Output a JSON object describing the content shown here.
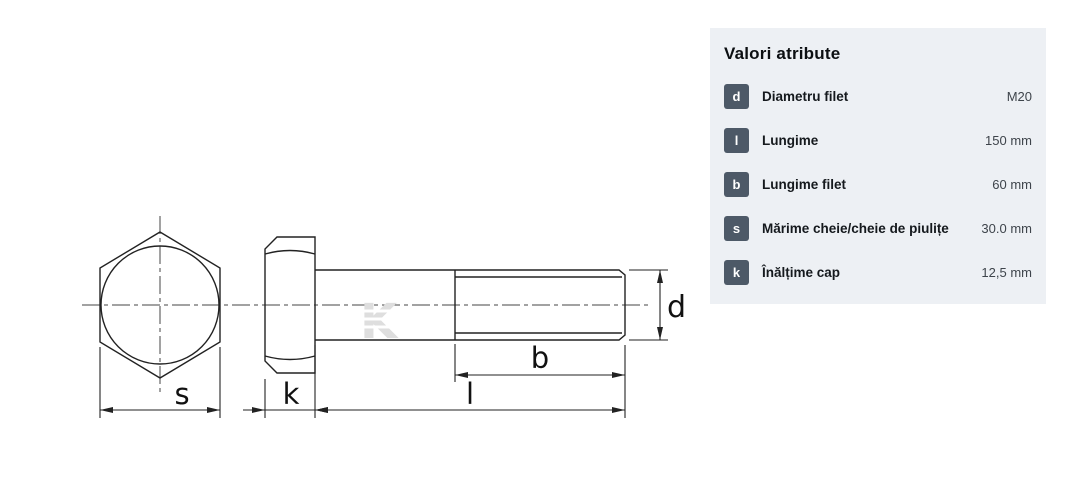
{
  "drawing": {
    "labels": {
      "s": "s",
      "k": "k",
      "l": "l",
      "b": "b",
      "d": "d"
    },
    "watermark": "K"
  },
  "panel": {
    "title": "Valori atribute",
    "rows": [
      {
        "badge": "d",
        "label": "Diametru filet",
        "value": "M20"
      },
      {
        "badge": "l",
        "label": "Lungime",
        "value": "150 mm"
      },
      {
        "badge": "b",
        "label": "Lungime filet",
        "value": "60 mm"
      },
      {
        "badge": "s",
        "label": "Mărime cheie/cheie de piulițe",
        "value": "30.0 mm"
      },
      {
        "badge": "k",
        "label": "Înălțime cap",
        "value": "12,5 mm"
      }
    ]
  },
  "colors": {
    "line": "#222222",
    "badge_bg": "#4d5967",
    "panel_bg": "#edf0f4",
    "watermark": "#dedede"
  }
}
